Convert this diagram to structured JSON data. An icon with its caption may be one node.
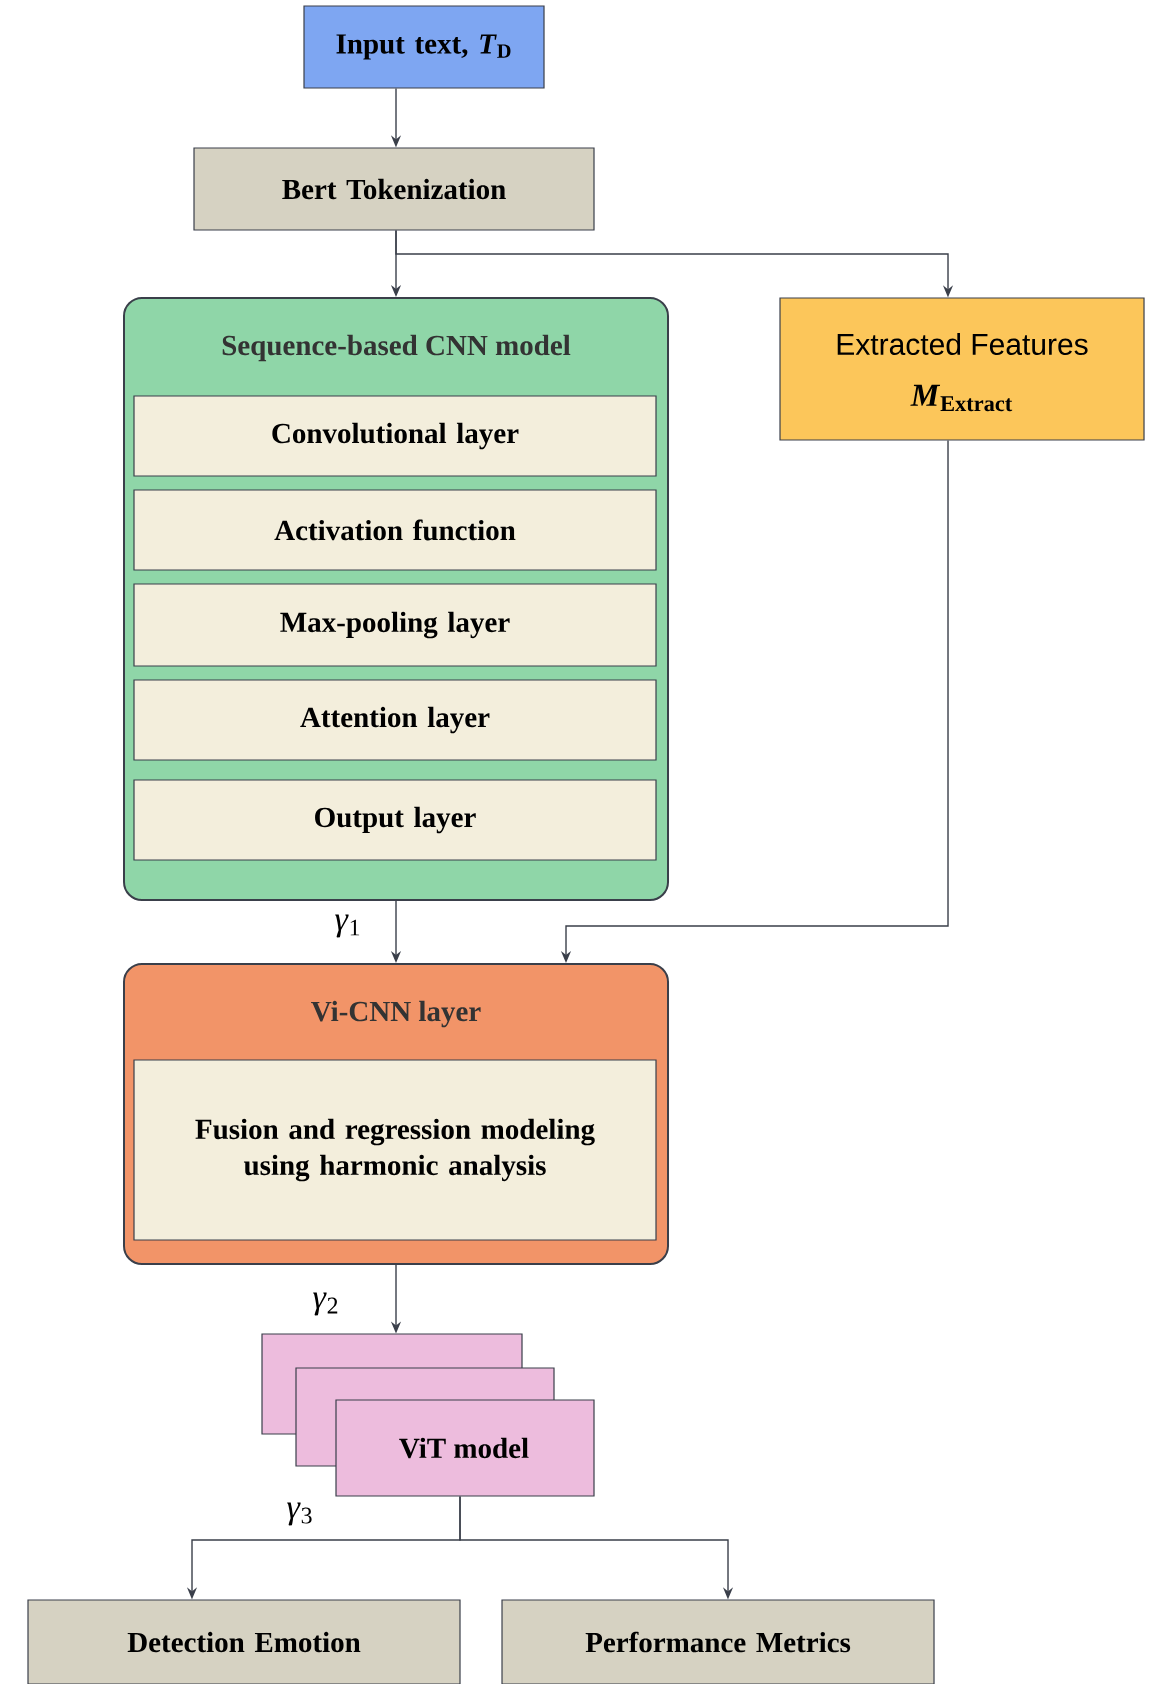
{
  "diagram": {
    "nodes": [
      {
        "text": [
          "Input text, *T*$_{D}$"
        ]
      },
      {
        "text": [
          "Bert Tokenization"
        ]
      },
      {
        "text": [
          "Sequence-based CNN model"
        ]
      },
      {
        "text": [
          "Convolutional layer"
        ],
        "in": 2
      },
      {
        "text": [
          "Activation function"
        ],
        "in": 2
      },
      {
        "text": [
          "Max-pooling layer"
        ],
        "in": 2
      },
      {
        "text": [
          "Attention layer"
        ],
        "in": 2
      },
      {
        "text": [
          "Output layer"
        ],
        "in": 2
      },
      {
        "text": [
          "Extracted Features",
          "*M*$_{Extract}$"
        ]
      },
      {
        "text": [
          "Vi-CNN layer"
        ]
      },
      {
        "text": [
          "Fusion and regression modeling using harmonic analysis"
        ],
        "in": 9
      },
      {
        "text": [
          "ViT model"
        ]
      },
      {
        "text": [
          "Detection Emotion"
        ]
      },
      {
        "text": [
          "Performance Metrics"
        ]
      }
    ],
    "edges": [
      {
        "from": 0,
        "to": 1,
        "arrow": "to"
      },
      {
        "from": 1,
        "to": 2,
        "arrow": "to"
      },
      {
        "from": 1,
        "to": 8,
        "arrow": "to"
      },
      {
        "from": 2,
        "to": 9,
        "arrow": "to",
        "label": "*γ*$_{1}$"
      },
      {
        "from": 8,
        "to": 9,
        "arrow": "to"
      },
      {
        "from": 9,
        "to": 11,
        "arrow": "to",
        "label": "*γ*$_{2}$"
      },
      {
        "from": 11,
        "to": 12,
        "arrow": "to",
        "label": "*γ*$_{3}$"
      },
      {
        "from": 11,
        "to": 13,
        "arrow": "to"
      }
    ]
  }
}
